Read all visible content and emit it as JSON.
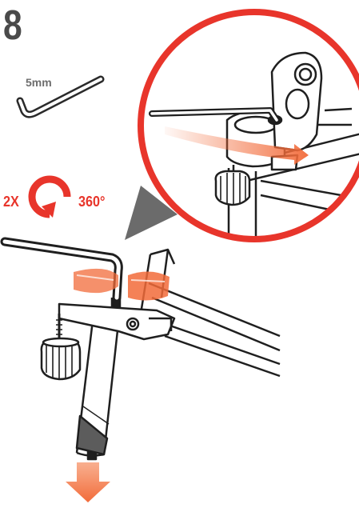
{
  "step": {
    "number": "8"
  },
  "tool": {
    "size_label": "5mm",
    "icon": "hex-key-icon"
  },
  "instruction": {
    "repeat": "2X",
    "rotation": "360°"
  },
  "colors": {
    "step_number": "#4a4a4a",
    "accent_red": "#e8352b",
    "arrow_orange": "#f26b3a",
    "line_dark": "#1f1f1f",
    "gray": "#777777"
  }
}
